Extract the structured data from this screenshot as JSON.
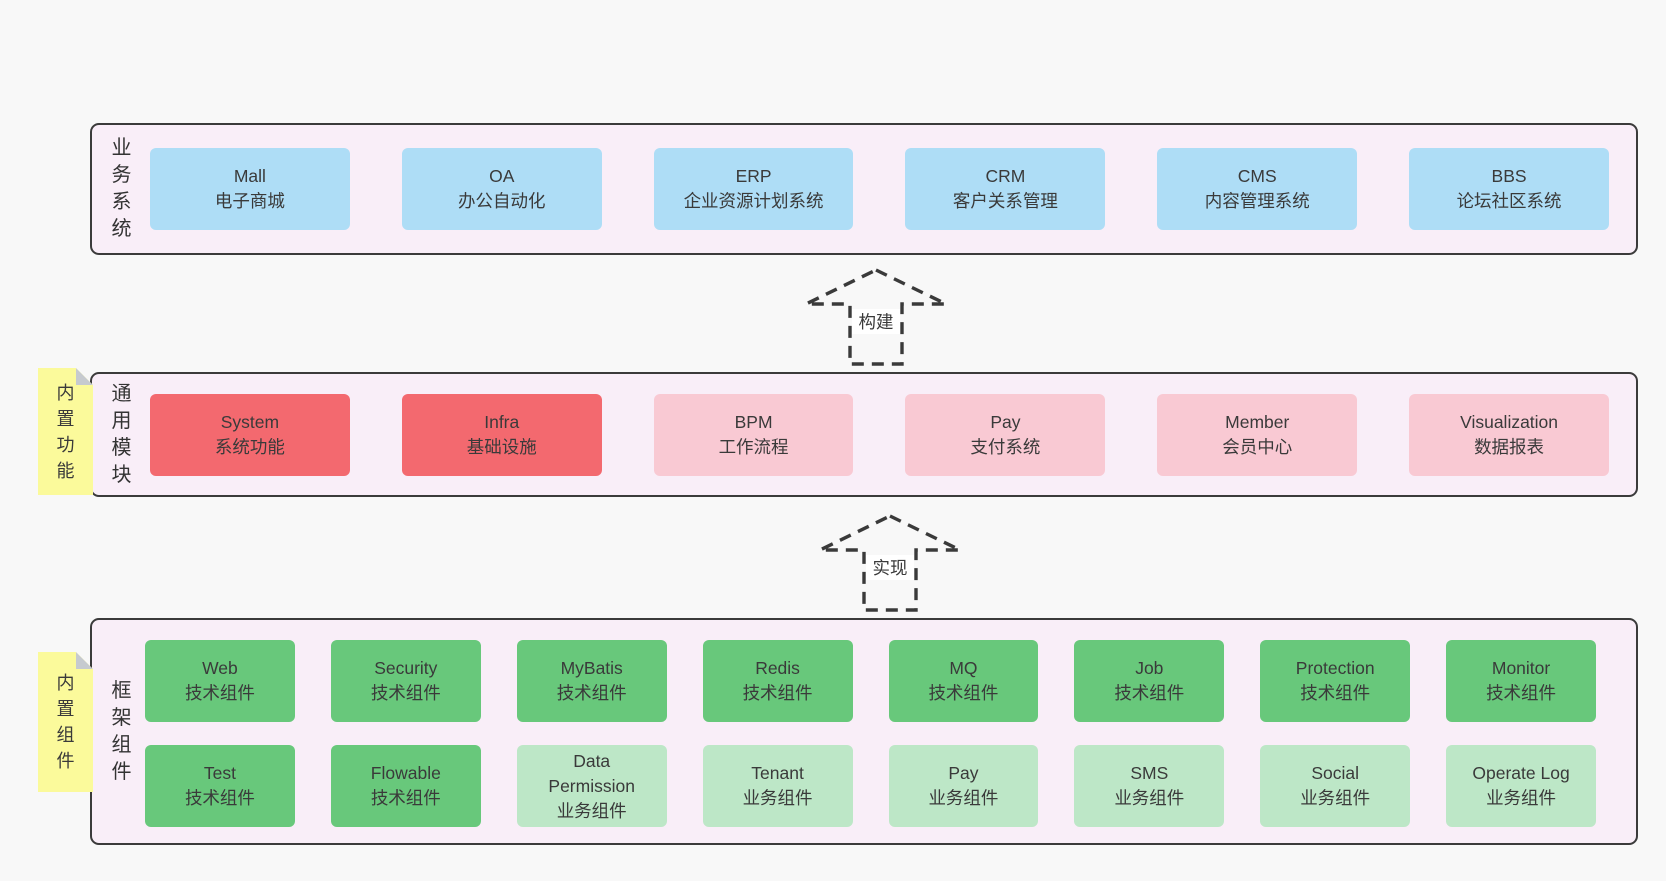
{
  "page": {
    "background": "#f8f8f8",
    "text_color": "#3a3a3a",
    "container_fill": "#f9eef8",
    "container_border": "#3b3b3b"
  },
  "colors": {
    "business_box_blue": "#aeddf6",
    "module_box_red": "#f3696f",
    "module_box_pink": "#f9c9d3",
    "component_box_green": "#68c87b",
    "component_box_lightgreen": "#bde7c7",
    "sticky_note_yellow": "#fbfa9b",
    "sticky_note_fold_gray": "#c6cacf"
  },
  "layers": [
    {
      "id": "business",
      "label": "业务系统",
      "boxes": [
        {
          "title": "Mall",
          "subtitle": "电子商城"
        },
        {
          "title": "OA",
          "subtitle": "办公自动化"
        },
        {
          "title": "ERP",
          "subtitle": "企业资源计划系统"
        },
        {
          "title": "CRM",
          "subtitle": "客户关系管理"
        },
        {
          "title": "CMS",
          "subtitle": "内容管理系统"
        },
        {
          "title": "BBS",
          "subtitle": "论坛社区系统"
        }
      ]
    },
    {
      "id": "common-modules",
      "label": "通用模块",
      "note": "内置功能",
      "boxes": [
        {
          "title": "System",
          "subtitle": "系统功能"
        },
        {
          "title": "Infra",
          "subtitle": "基础设施"
        },
        {
          "title": "BPM",
          "subtitle": "工作流程"
        },
        {
          "title": "Pay",
          "subtitle": "支付系统"
        },
        {
          "title": "Member",
          "subtitle": "会员中心"
        },
        {
          "title": "Visualization",
          "subtitle": "数据报表"
        }
      ]
    },
    {
      "id": "framework-components",
      "label": "框架组件",
      "note": "内置组件",
      "row1": [
        {
          "title": "Web",
          "subtitle": "技术组件"
        },
        {
          "title": "Security",
          "subtitle": "技术组件"
        },
        {
          "title": "MyBatis",
          "subtitle": "技术组件"
        },
        {
          "title": "Redis",
          "subtitle": "技术组件"
        },
        {
          "title": "MQ",
          "subtitle": "技术组件"
        },
        {
          "title": "Job",
          "subtitle": "技术组件"
        },
        {
          "title": "Protection",
          "subtitle": "技术组件"
        },
        {
          "title": "Monitor",
          "subtitle": "技术组件"
        }
      ],
      "row2": [
        {
          "title": "Test",
          "subtitle": "技术组件"
        },
        {
          "title": "Flowable",
          "subtitle": "技术组件"
        },
        {
          "title": "Data\nPermission",
          "subtitle": "业务组件"
        },
        {
          "title": "Tenant",
          "subtitle": "业务组件"
        },
        {
          "title": "Pay",
          "subtitle": "业务组件"
        },
        {
          "title": "SMS",
          "subtitle": "业务组件"
        },
        {
          "title": "Social",
          "subtitle": "业务组件"
        },
        {
          "title": "Operate Log",
          "subtitle": "业务组件"
        }
      ]
    }
  ],
  "arrows": [
    {
      "label": "构建"
    },
    {
      "label": "实现"
    }
  ]
}
